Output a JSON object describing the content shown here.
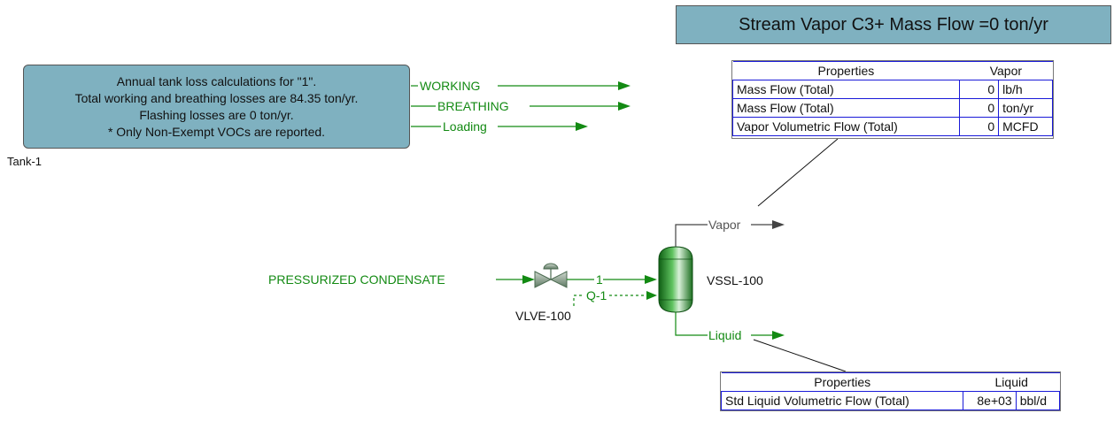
{
  "title_box": {
    "text": "Stream Vapor C3+ Mass Flow =0 ton/yr"
  },
  "tank_note": {
    "lines": [
      "Annual tank loss calculations for \"1\".",
      "Total working and breathing losses are 84.35 ton/yr.",
      "Flashing losses are 0 ton/yr.",
      "* Only Non-Exempt VOCs are reported."
    ],
    "name": "Tank-1"
  },
  "tank_streams": {
    "working": "WORKING",
    "breathing": "BREATHING",
    "loading": "Loading"
  },
  "vapor_table": {
    "header": [
      "Properties",
      "Vapor"
    ],
    "rows": [
      {
        "property": "Mass Flow (Total)",
        "value": "0",
        "unit": "lb/h"
      },
      {
        "property": "Mass Flow (Total)",
        "value": "0",
        "unit": "ton/yr"
      },
      {
        "property": "Vapor Volumetric Flow (Total)",
        "value": "0",
        "unit": "MCFD"
      }
    ]
  },
  "liquid_table": {
    "header": [
      "Properties",
      "Liquid"
    ],
    "rows": [
      {
        "property": "Std Liquid Volumetric Flow (Total)",
        "value": "8e+03",
        "unit": "bbl/d"
      }
    ]
  },
  "streams": {
    "feed": "PRESSURIZED CONDENSATE",
    "s1": "1",
    "q1": "Q-1",
    "vapor": "Vapor",
    "liquid": "Liquid"
  },
  "units": {
    "valve": "VLVE-100",
    "vessel": "VSSL-100"
  },
  "colors": {
    "stream_green": "#138a13",
    "box_fill": "#7fb1c0",
    "table_border": "#1a1ad8",
    "vapor_gray": "#555555"
  }
}
